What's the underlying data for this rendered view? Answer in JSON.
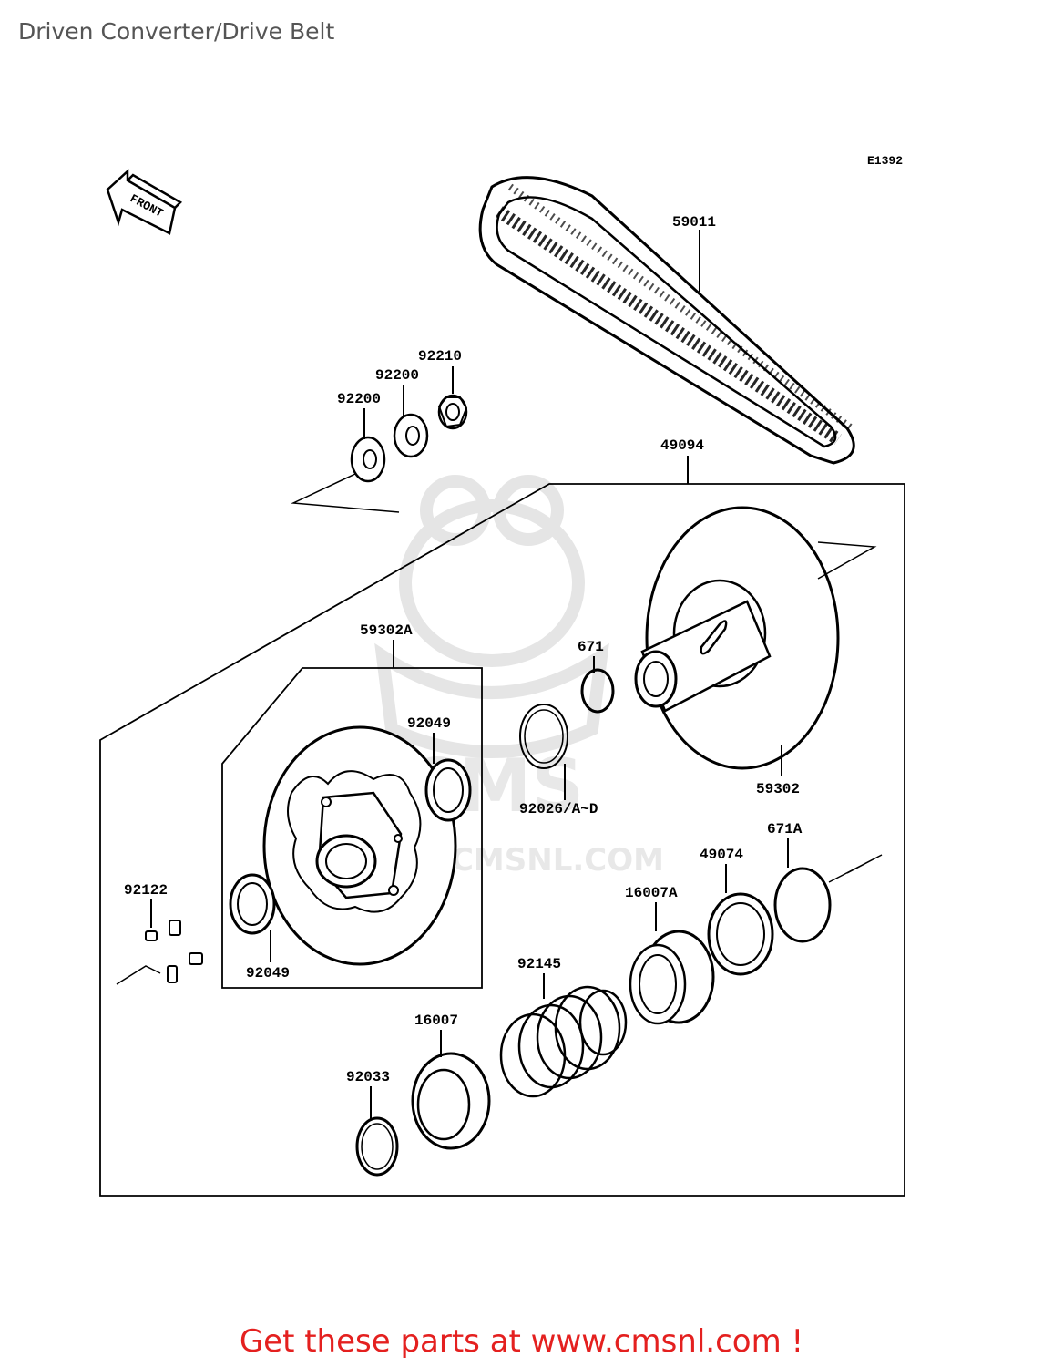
{
  "page_title": "Driven Converter/Drive Belt",
  "diagram_code": "E1392",
  "front_label": "FRONT",
  "footer_text": "Get these parts at www.cmsnl.com !",
  "watermark": {
    "brand": "CMS",
    "url": "www.CMSNL.COM"
  },
  "parts": {
    "p59011": "59011",
    "p92210": "92210",
    "p92200a": "92200",
    "p92200b": "92200",
    "p49094": "49094",
    "p59302A": "59302A",
    "p671": "671",
    "p92049a": "92049",
    "p92049b": "92049",
    "p92026": "92026/A~D",
    "p59302": "59302",
    "p671A": "671A",
    "p49074": "49074",
    "p16007A": "16007A",
    "p92122": "92122",
    "p92145": "92145",
    "p16007": "16007",
    "p92033": "92033"
  }
}
